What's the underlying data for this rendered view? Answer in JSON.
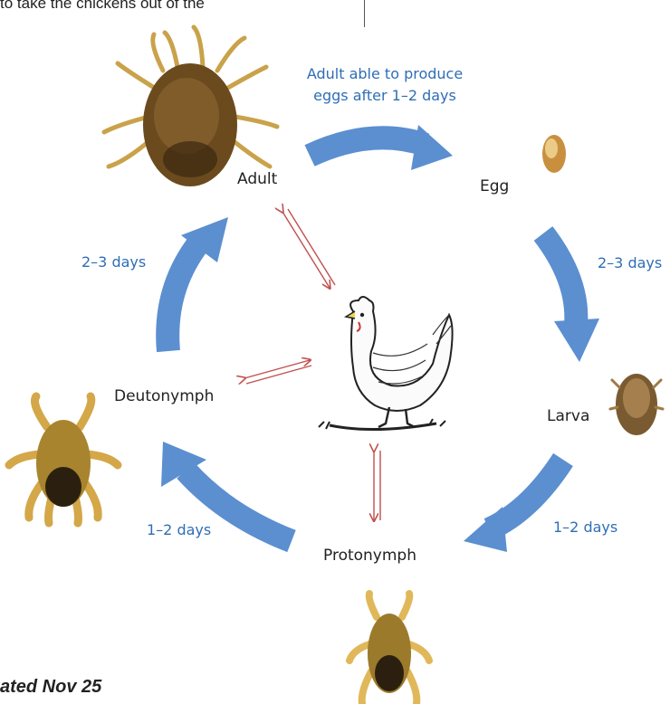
{
  "page": {
    "top_text": "to take the chickens out of the",
    "bottom_text": "ated Nov 25"
  },
  "diagram": {
    "note": "Adult able to produce\neggs after 1–2 days",
    "stages": {
      "adult": "Adult",
      "egg": "Egg",
      "larva": "Larva",
      "protonymph": "Protonymph",
      "deutonymph": "Deutonymph"
    },
    "durations": {
      "egg_to_larva": "2–3 days",
      "larva_to_protonymph": "1–2 days",
      "protonymph_to_deutonymph": "1–2 days",
      "deutonymph_to_adult": "2–3 days"
    },
    "icons": {
      "adult": "adult-mite-icon",
      "egg": "egg-icon",
      "larva": "larva-icon",
      "protonymph": "protonymph-mite-icon",
      "deutonymph": "deutonymph-mite-icon",
      "host": "chicken-icon"
    },
    "colors": {
      "cycle_arrow": "#5B8FD0",
      "text_blue": "#2F6EB5",
      "host_arrow": "#C0504D",
      "mite_body": "#6B4A1E",
      "mite_legs": "#C9A24A"
    }
  }
}
